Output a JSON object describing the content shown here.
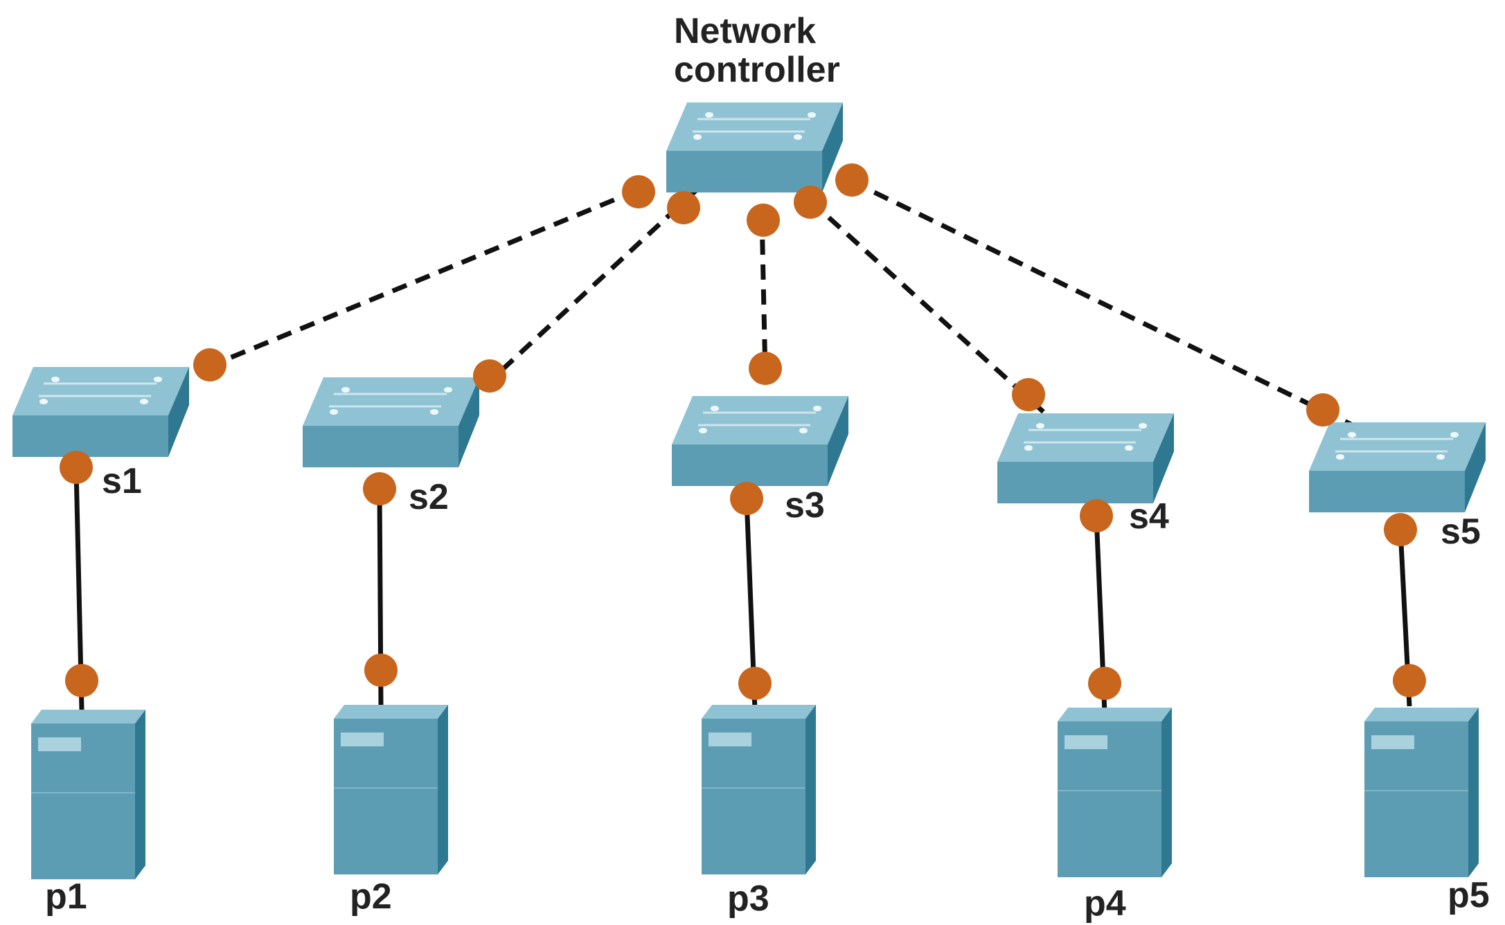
{
  "controller": {
    "label_line1": "Network",
    "label_line2": "controller",
    "icon": "switch-icon"
  },
  "switches": [
    {
      "id": "s1",
      "label": "s1",
      "icon": "switch-icon"
    },
    {
      "id": "s2",
      "label": "s2",
      "icon": "switch-icon"
    },
    {
      "id": "s3",
      "label": "s3",
      "icon": "switch-icon"
    },
    {
      "id": "s4",
      "label": "s4",
      "icon": "switch-icon"
    },
    {
      "id": "s5",
      "label": "s5",
      "icon": "switch-icon"
    }
  ],
  "hosts": [
    {
      "id": "p1",
      "label": "p1",
      "icon": "server-icon"
    },
    {
      "id": "p2",
      "label": "p2",
      "icon": "server-icon"
    },
    {
      "id": "p3",
      "label": "p3",
      "icon": "server-icon"
    },
    {
      "id": "p4",
      "label": "p4",
      "icon": "server-icon"
    },
    {
      "id": "p5",
      "label": "p5",
      "icon": "server-icon"
    }
  ],
  "links": {
    "control": [
      "controller-s1",
      "controller-s2",
      "controller-s3",
      "controller-s4",
      "controller-s5"
    ],
    "data": [
      "s1-p1",
      "s2-p2",
      "s3-p3",
      "s4-p4",
      "s5-p5"
    ]
  },
  "colors": {
    "device_top": "#8fc3d3",
    "device_front": "#5d9db4",
    "device_side": "#2f7891",
    "port": "#c8661e",
    "link": "#111111"
  }
}
